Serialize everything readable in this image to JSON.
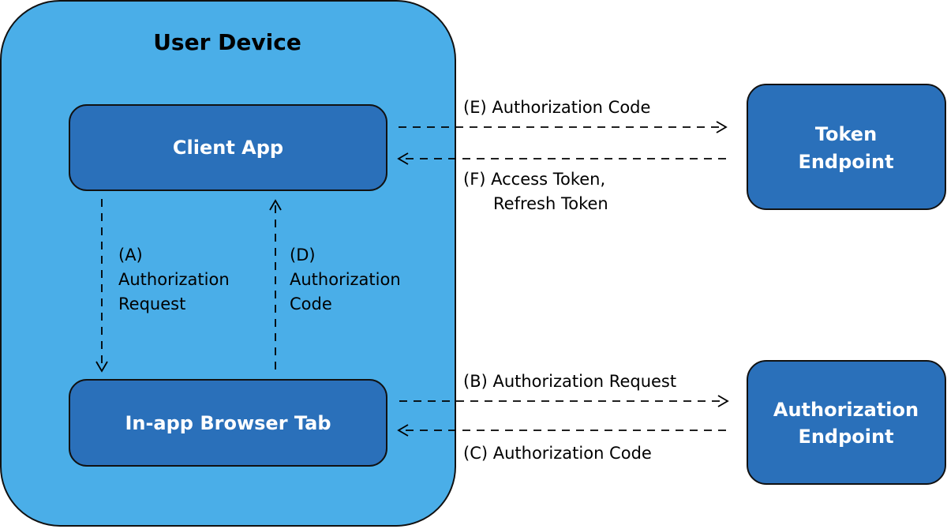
{
  "colors": {
    "device_fill": "#4aaee8",
    "box_fill": "#2a70ba",
    "box_stroke": "#111111",
    "title_text": "#000000",
    "box_text": "#ffffff"
  },
  "device": {
    "title": "User Device"
  },
  "boxes": {
    "client_app": "Client App",
    "browser_tab": "In-app Browser Tab",
    "token_endpoint": [
      "Token",
      "Endpoint"
    ],
    "authorization_endpoint": [
      "Authorization",
      "Endpoint"
    ]
  },
  "flows": {
    "a": [
      "(A)",
      "Authorization",
      "Request"
    ],
    "b": "(B) Authorization Request",
    "c": "(C) Authorization Code",
    "d": [
      "(D)",
      "Authorization",
      "Code"
    ],
    "e": "(E) Authorization Code",
    "f": [
      "(F) Access Token,",
      "Refresh Token"
    ]
  }
}
